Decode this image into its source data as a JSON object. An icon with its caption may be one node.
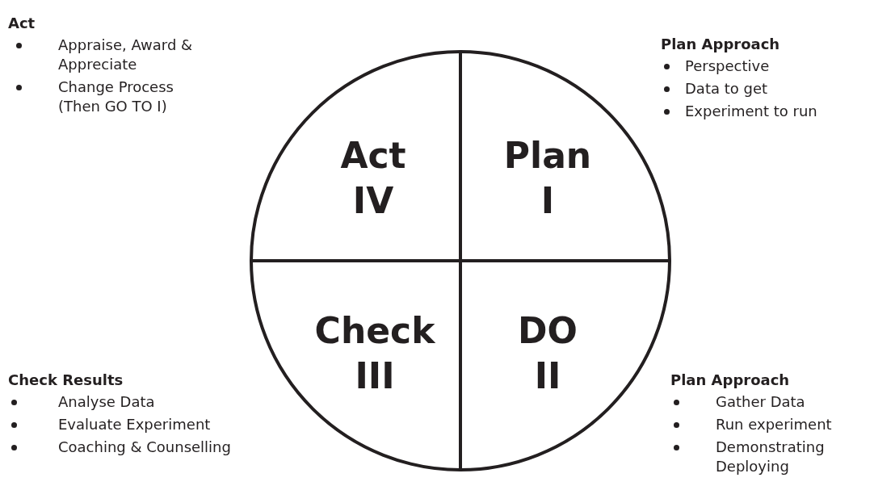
{
  "diagram": {
    "nodes": [
      {
        "text": [],
        "shape": "circle"
      },
      {
        "text": [
          "Act",
          "IV"
        ],
        "in": 0
      },
      {
        "text": [
          "Plan",
          "I"
        ],
        "in": 0
      },
      {
        "text": [
          "Check",
          "III"
        ],
        "in": 0
      },
      {
        "text": [
          "DO",
          "II"
        ],
        "in": 0
      }
    ],
    "labels": [
      "Act",
      "Appraise, Award & Appreciate",
      "Change Process (Then GO TO I)",
      "Plan Approach",
      "Perspective",
      "Data to get",
      "Experiment to run",
      "Check Results",
      "Analyse Data",
      "Evaluate Experiment",
      "Coaching & Counselling",
      "Plan Approach",
      "Gather Data",
      "Run experiment",
      "Demonstrating Deploying"
    ]
  }
}
